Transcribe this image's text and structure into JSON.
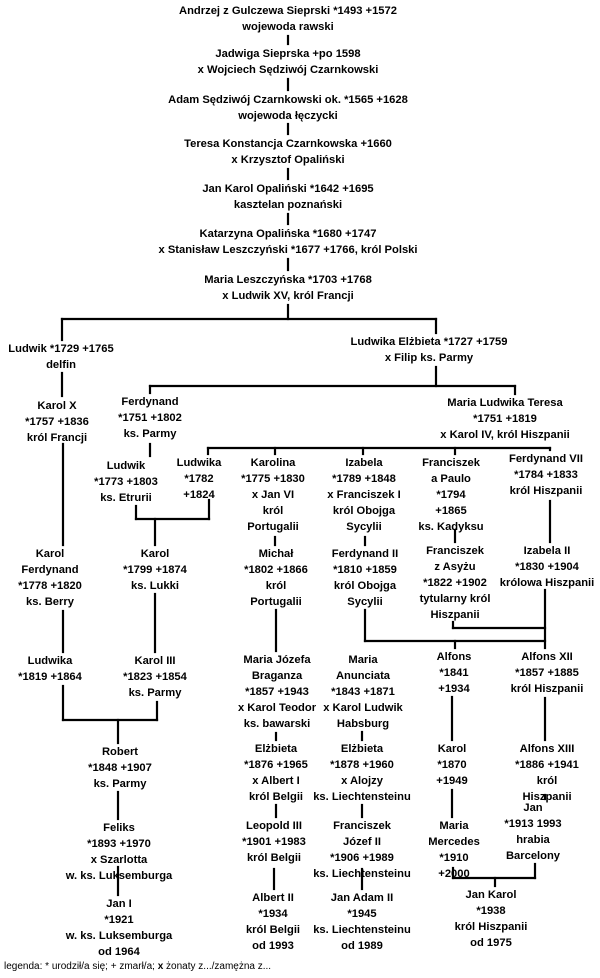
{
  "nodes": [
    {
      "id": "andrzej",
      "lines": [
        "Andrzej z Gulczewa Sieprski *1493 +1572",
        "wojewoda rawski"
      ]
    },
    {
      "id": "jadwiga",
      "lines": [
        "Jadwiga Sieprska +po 1598",
        "x Wojciech Sędziwój Czarnkowski"
      ]
    },
    {
      "id": "adam",
      "lines": [
        "Adam Sędziwój Czarnkowski ok. *1565 +1628",
        "wojewoda łęczycki"
      ]
    },
    {
      "id": "teresa",
      "lines": [
        "Teresa Konstancja Czarnkowska +1660",
        "x Krzysztof Opaliński"
      ]
    },
    {
      "id": "jan-karol",
      "lines": [
        "Jan Karol Opaliński *1642 +1695",
        "kasztelan poznański"
      ]
    },
    {
      "id": "katarzyna",
      "lines": [
        "Katarzyna Opalińska *1680 +1747",
        "x Stanisław Leszczyński *1677 +1766, król Polski"
      ]
    },
    {
      "id": "maria-l",
      "lines": [
        "Maria Leszczyńska *1703 +1768",
        "x Ludwik XV, król Francji"
      ]
    },
    {
      "id": "ludwik-delfin",
      "lines": [
        "Ludwik *1729 +1765",
        "delfin"
      ]
    },
    {
      "id": "ludwika-elzbieta",
      "lines": [
        "Ludwika Elżbieta *1727 +1759",
        "x Filip ks. Parmy"
      ]
    },
    {
      "id": "karol-x",
      "lines": [
        "Karol X",
        "*1757 +1836",
        "król Francji"
      ]
    },
    {
      "id": "ferdynand-parmy",
      "lines": [
        "Ferdynand",
        "*1751 +1802",
        "ks. Parmy"
      ]
    },
    {
      "id": "maria-ludwika-teresa",
      "lines": [
        "Maria Ludwika Teresa",
        "*1751 +1819",
        "x Karol IV, król Hiszpanii"
      ]
    },
    {
      "id": "ludwik-etrurii",
      "lines": [
        "Ludwik",
        "*1773 +1803",
        "ks. Etrurii"
      ]
    },
    {
      "id": "ludwika-1782",
      "lines": [
        "Ludwika",
        "*1782",
        "+1824"
      ]
    },
    {
      "id": "karolina",
      "lines": [
        "Karolina",
        "*1775 +1830",
        "x Jan VI",
        "król",
        "Portugalii"
      ]
    },
    {
      "id": "izabela",
      "lines": [
        "Izabela",
        "*1789 +1848",
        "x Franciszek I",
        "król Obojga",
        "Sycylii"
      ]
    },
    {
      "id": "franciszek-paulo",
      "lines": [
        "Franciszek",
        "a Paulo",
        "*1794",
        "+1865",
        "ks. Kadyksu"
      ]
    },
    {
      "id": "ferdynand-vii",
      "lines": [
        "Ferdynand VII",
        "*1784 +1833",
        "król Hiszpanii"
      ]
    },
    {
      "id": "karol-ferdynand",
      "lines": [
        "Karol",
        "Ferdynand",
        "*1778 +1820",
        "ks. Berry"
      ]
    },
    {
      "id": "karol-lukki",
      "lines": [
        "Karol",
        "*1799 +1874",
        "ks. Lukki"
      ]
    },
    {
      "id": "michal",
      "lines": [
        "Michał",
        "*1802 +1866",
        "król",
        "Portugalii"
      ]
    },
    {
      "id": "ferdynand-ii",
      "lines": [
        "Ferdynand II",
        "*1810 +1859",
        "król Obojga",
        "Sycylii"
      ]
    },
    {
      "id": "franciszek-asyzu",
      "lines": [
        "Franciszek",
        "z Asyżu",
        "*1822 +1902",
        "tytularny król",
        "Hiszpanii"
      ]
    },
    {
      "id": "izabela-ii",
      "lines": [
        "Izabela II",
        "*1830 +1904",
        "królowa Hiszpanii"
      ]
    },
    {
      "id": "ludwika-1819",
      "lines": [
        "Ludwika",
        "*1819 +1864"
      ]
    },
    {
      "id": "karol-iii",
      "lines": [
        "Karol III",
        "*1823 +1854",
        "ks. Parmy"
      ]
    },
    {
      "id": "maria-jozefa",
      "lines": [
        "Maria Józefa",
        "Braganza",
        "*1857 +1943",
        "x Karol Teodor",
        "ks. bawarski"
      ]
    },
    {
      "id": "maria-anunciata",
      "lines": [
        "Maria",
        "Anunciata",
        "*1843 +1871",
        "x Karol Ludwik",
        "Habsburg"
      ]
    },
    {
      "id": "alfons-1841",
      "lines": [
        "Alfons",
        "*1841",
        "+1934"
      ]
    },
    {
      "id": "alfons-xii",
      "lines": [
        "Alfons XII",
        "*1857 +1885",
        "król Hiszpanii"
      ]
    },
    {
      "id": "robert",
      "lines": [
        "Robert",
        "*1848 +1907",
        "ks. Parmy"
      ]
    },
    {
      "id": "elzbieta-1876",
      "lines": [
        "Elżbieta",
        "*1876 +1965",
        "x Albert I",
        "król Belgii"
      ]
    },
    {
      "id": "elzbieta-1878",
      "lines": [
        "Elżbieta",
        "*1878 +1960",
        "x Alojzy",
        "ks. Liechtensteinu"
      ]
    },
    {
      "id": "karol-1870",
      "lines": [
        "Karol",
        "*1870",
        "+1949"
      ]
    },
    {
      "id": "alfons-xiii",
      "lines": [
        "Alfons XIII",
        "*1886 +1941",
        "król",
        "Hiszpanii"
      ]
    },
    {
      "id": "leopold-iii",
      "lines": [
        "Leopold III",
        "*1901 +1983",
        "król Belgii"
      ]
    },
    {
      "id": "franciszek-jozef",
      "lines": [
        "Franciszek",
        "Józef II",
        "*1906 +1989",
        "ks. Liechtensteinu"
      ]
    },
    {
      "id": "maria-mercedes",
      "lines": [
        "Maria",
        "Mercedes",
        "*1910",
        "+2000"
      ]
    },
    {
      "id": "jan-1913",
      "lines": [
        "Jan",
        "*1913 1993",
        "hrabia",
        "Barcelony"
      ]
    },
    {
      "id": "feliks",
      "lines": [
        "Feliks",
        "*1893 +1970",
        "x Szarlotta",
        "w. ks. Luksemburga"
      ]
    },
    {
      "id": "albert-ii",
      "lines": [
        "Albert II",
        "*1934",
        "król Belgii",
        "od 1993"
      ]
    },
    {
      "id": "jan-adam",
      "lines": [
        "Jan Adam II",
        "*1945",
        "ks. Liechtensteinu",
        "od 1989"
      ]
    },
    {
      "id": "jan-karol-1938",
      "lines": [
        "Jan Karol",
        "*1938",
        "król Hiszpanii",
        "od 1975"
      ]
    },
    {
      "id": "jan-i",
      "lines": [
        "Jan I",
        "*1921",
        "w. ks. Luksemburga",
        "od 1964"
      ]
    }
  ],
  "legend": {
    "prefix": "legenda: * urodził/a się; + zmarł/a; ",
    "x_symbol": "x",
    "suffix": " żonaty z.../zamężna z..."
  }
}
